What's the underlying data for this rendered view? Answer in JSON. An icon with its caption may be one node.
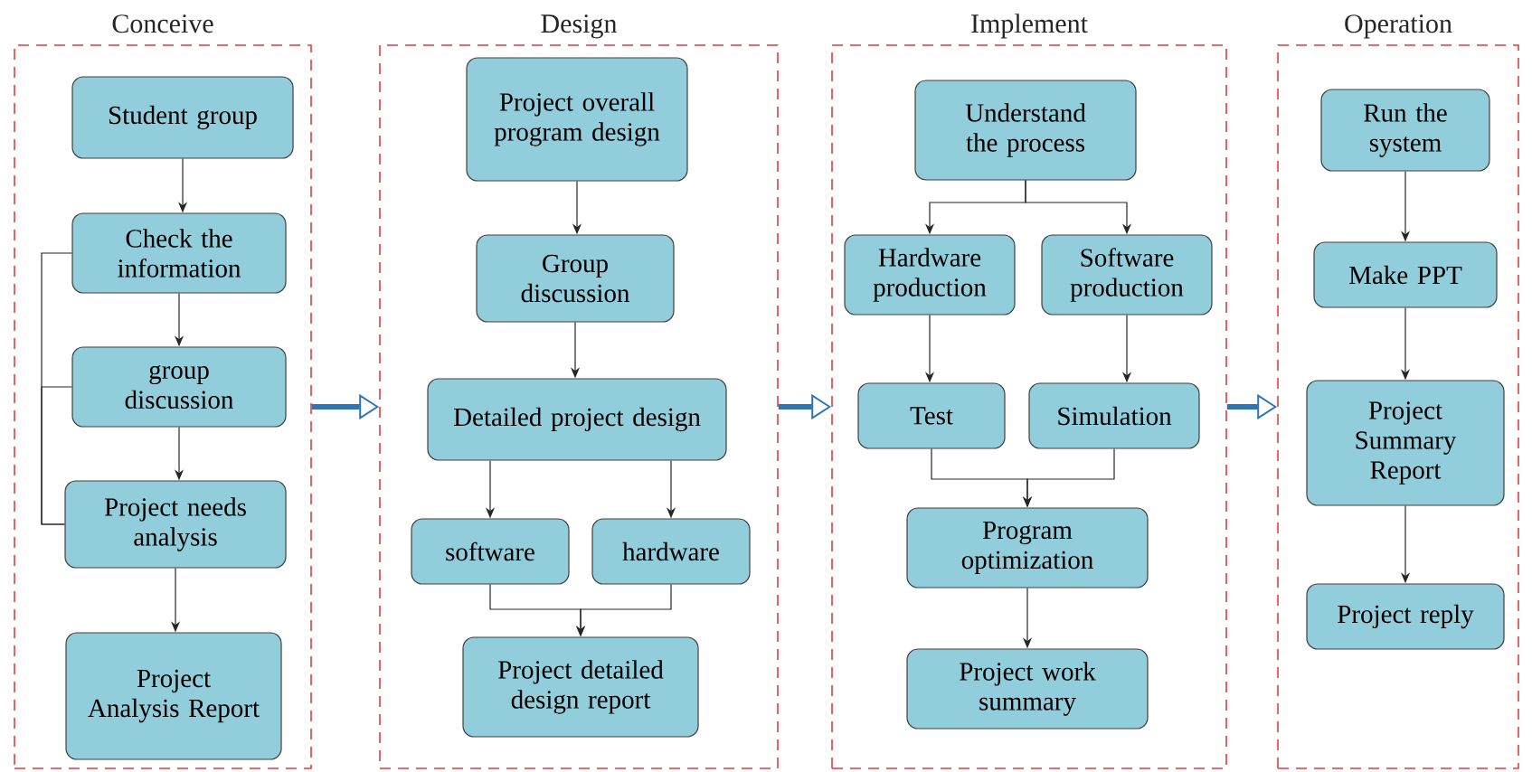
{
  "diagram": {
    "nodes": [
      {
        "text": [
          "Conceive"
        ]
      },
      {
        "text": [
          "Student group"
        ],
        "in": 0
      },
      {
        "text": [
          "Check the information"
        ],
        "in": 0
      },
      {
        "text": [
          "group discussion"
        ],
        "in": 0
      },
      {
        "text": [
          "Project needs analysis"
        ],
        "in": 0
      },
      {
        "text": [
          "Project Analysis Report"
        ],
        "in": 0
      },
      {
        "text": [
          "Design"
        ]
      },
      {
        "text": [
          "Project overall program design"
        ],
        "in": 6
      },
      {
        "text": [
          "Group discussion"
        ],
        "in": 6
      },
      {
        "text": [
          "Detailed project design"
        ],
        "in": 6
      },
      {
        "text": [
          "software"
        ],
        "in": 6
      },
      {
        "text": [
          "hardware"
        ],
        "in": 6
      },
      {
        "text": [
          "Project detailed design report"
        ],
        "in": 6
      },
      {
        "text": [
          "Implement"
        ]
      },
      {
        "text": [
          "Understand the process"
        ],
        "in": 13
      },
      {
        "text": [
          "Hardware production"
        ],
        "in": 13
      },
      {
        "text": [
          "Software production"
        ],
        "in": 13
      },
      {
        "text": [
          "Test"
        ],
        "in": 13
      },
      {
        "text": [
          "Simulation"
        ],
        "in": 13
      },
      {
        "text": [
          "Program optimization"
        ],
        "in": 13
      },
      {
        "text": [
          "Project work summary"
        ],
        "in": 13
      },
      {
        "text": [
          "Operation"
        ]
      },
      {
        "text": [
          "Run the system"
        ],
        "in": 21
      },
      {
        "text": [
          "Make PPT"
        ],
        "in": 21
      },
      {
        "text": [
          "Project Summary Report"
        ],
        "in": 21
      },
      {
        "text": [
          "Project reply"
        ],
        "in": 21
      }
    ],
    "edges": [
      {
        "from": 1,
        "to": 2,
        "arrow": "to"
      },
      {
        "from": 2,
        "to": 3,
        "arrow": "to"
      },
      {
        "from": 3,
        "to": 4,
        "arrow": "to"
      },
      {
        "from": 4,
        "to": 5,
        "arrow": "to"
      },
      {
        "from": 2,
        "to": 4,
        "arrow": "none"
      },
      {
        "from": 3,
        "to": 4,
        "arrow": "none"
      },
      {
        "from": 7,
        "to": 8,
        "arrow": "to"
      },
      {
        "from": 8,
        "to": 9,
        "arrow": "to"
      },
      {
        "from": 9,
        "to": 10,
        "arrow": "to"
      },
      {
        "from": 9,
        "to": 11,
        "arrow": "to"
      },
      {
        "from": 10,
        "to": 12,
        "arrow": "to"
      },
      {
        "from": 11,
        "to": 12,
        "arrow": "to"
      },
      {
        "from": 14,
        "to": 15,
        "arrow": "to"
      },
      {
        "from": 14,
        "to": 16,
        "arrow": "to"
      },
      {
        "from": 15,
        "to": 17,
        "arrow": "to"
      },
      {
        "from": 16,
        "to": 18,
        "arrow": "to"
      },
      {
        "from": 17,
        "to": 19,
        "arrow": "to"
      },
      {
        "from": 18,
        "to": 19,
        "arrow": "to"
      },
      {
        "from": 19,
        "to": 20,
        "arrow": "to"
      },
      {
        "from": 22,
        "to": 23,
        "arrow": "to"
      },
      {
        "from": 23,
        "to": 24,
        "arrow": "to"
      },
      {
        "from": 24,
        "to": 25,
        "arrow": "to"
      },
      {
        "from": 0,
        "to": 6,
        "arrow": "to",
        "style": "thick",
        "color": "#2e75b6"
      },
      {
        "from": 6,
        "to": 13,
        "arrow": "to",
        "style": "thick",
        "color": "#2e75b6"
      },
      {
        "from": 13,
        "to": 21,
        "arrow": "to",
        "style": "thick",
        "color": "#2e75b6"
      }
    ]
  }
}
